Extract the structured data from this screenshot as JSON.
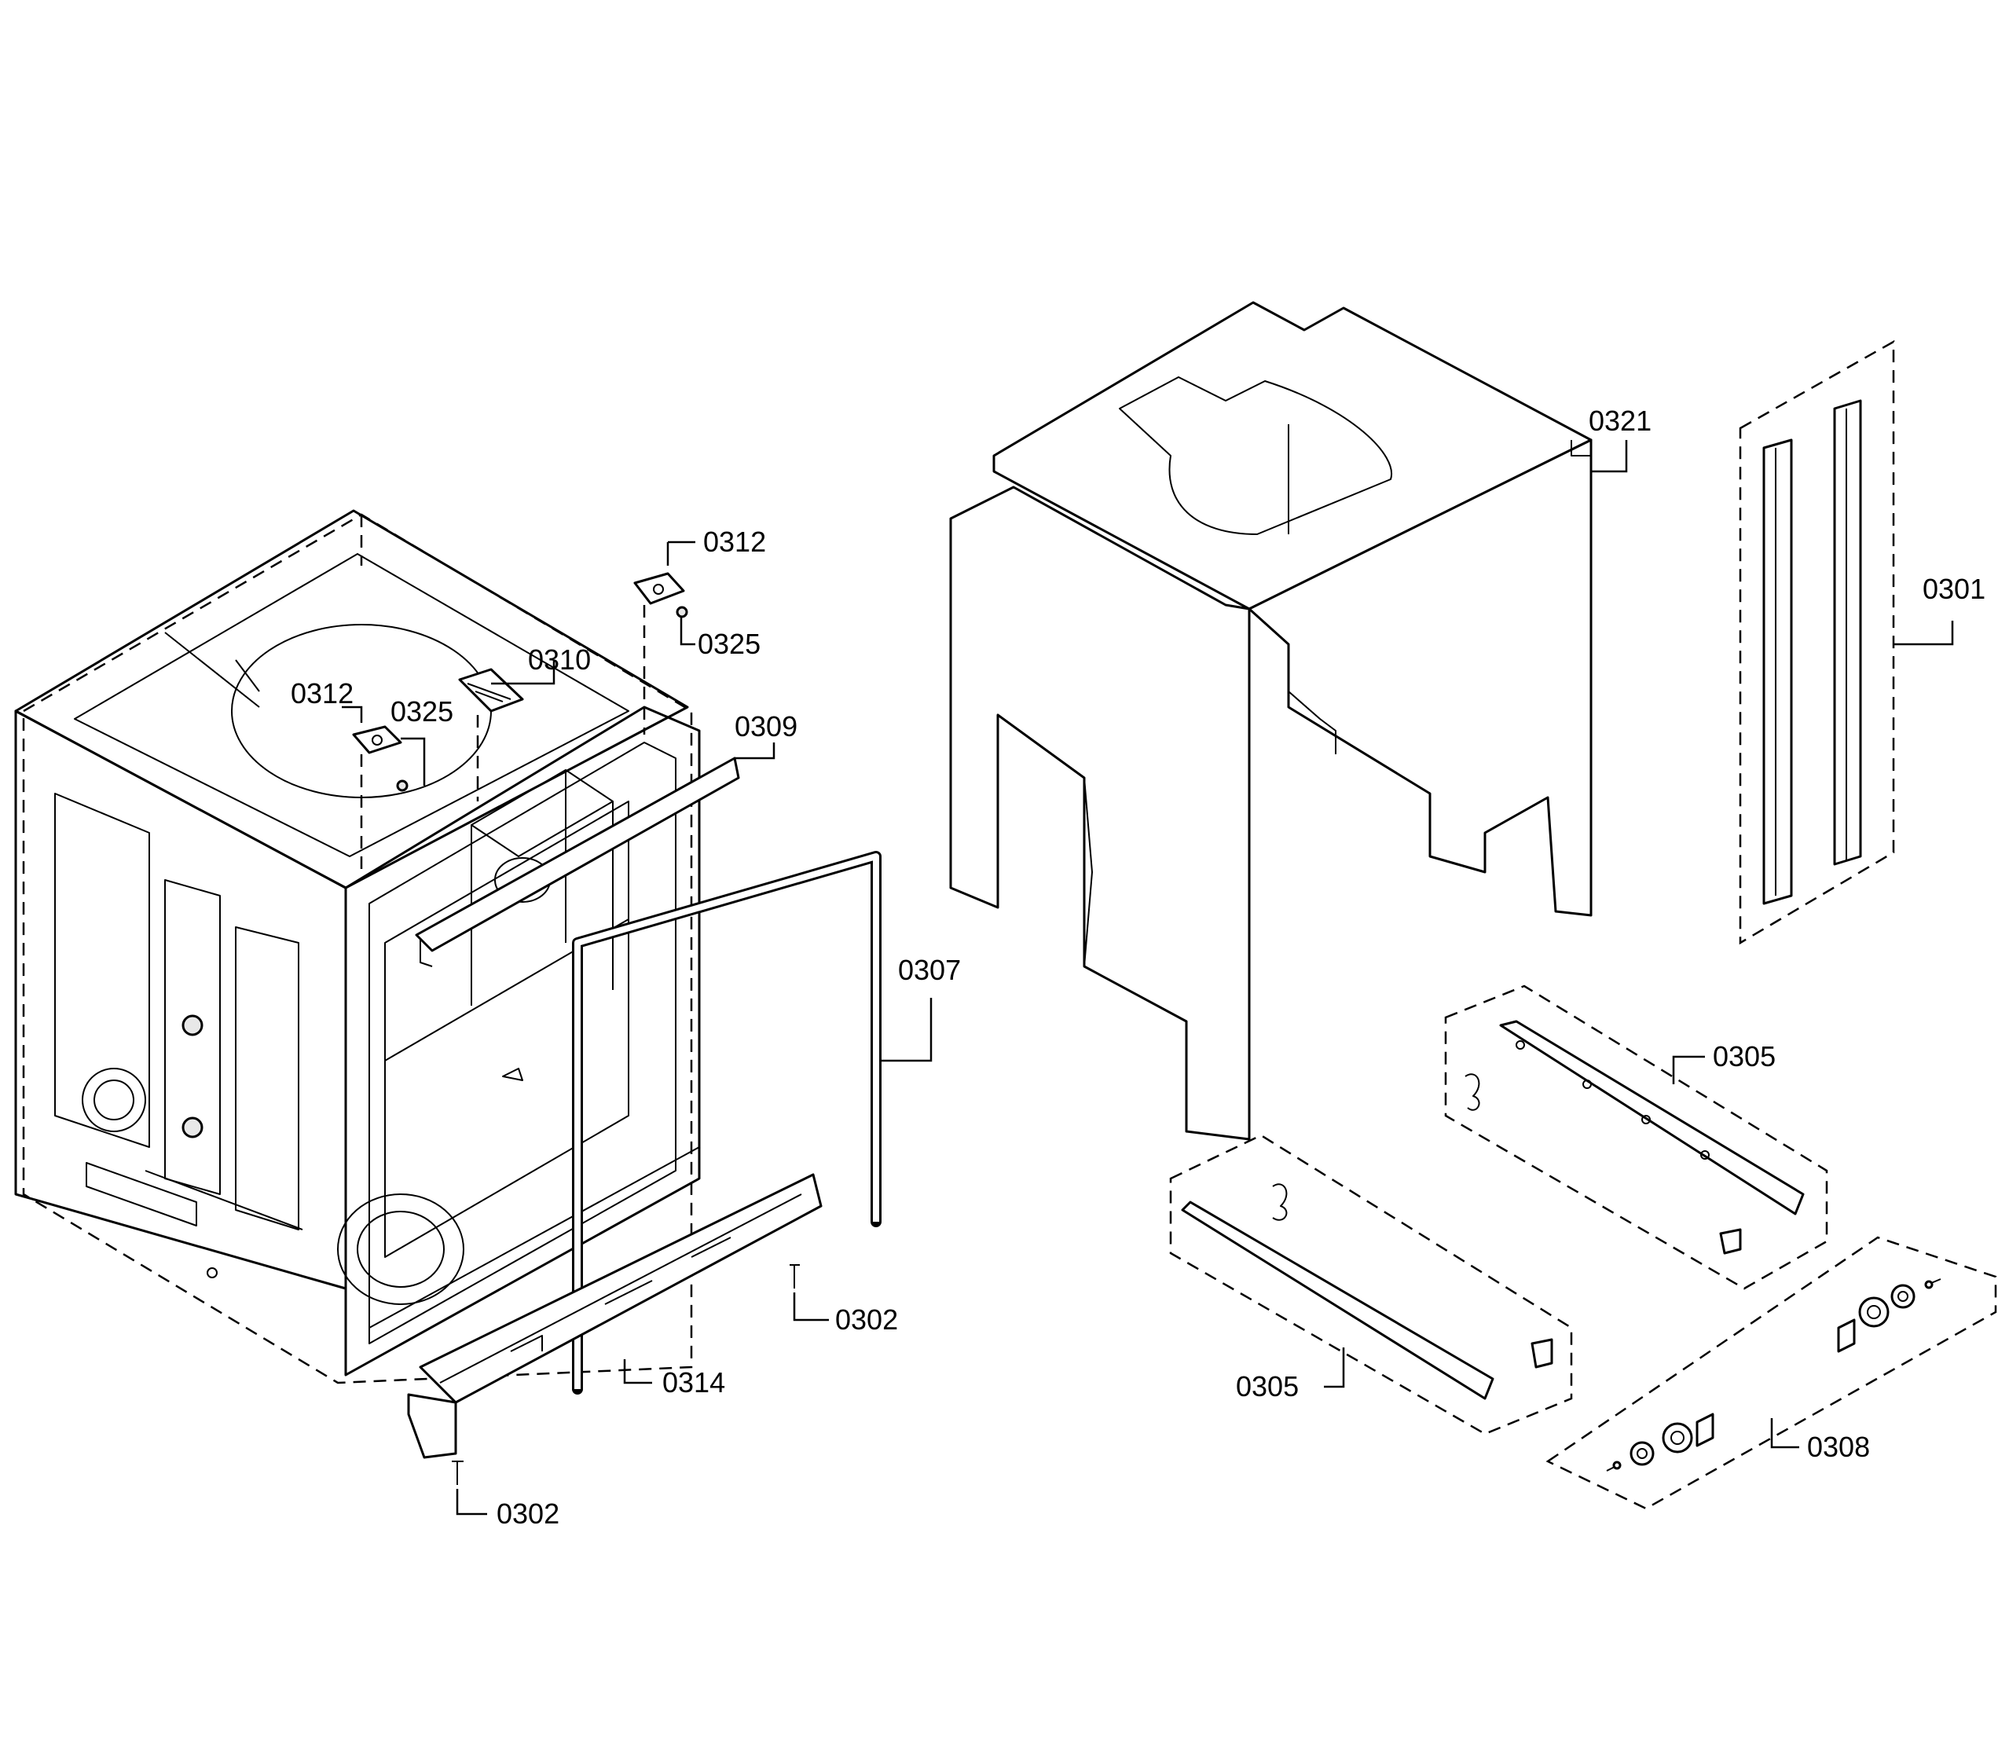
{
  "labels": {
    "l0312a": "0312",
    "l0325a": "0325",
    "l0310": "0310",
    "l0312b": "0312",
    "l0325b": "0325",
    "l0309": "0309",
    "l0307": "0307",
    "l0302a": "0302",
    "l0314": "0314",
    "l0302b": "0302",
    "l0321": "0321",
    "l0301": "0301",
    "l0305a": "0305",
    "l0305b": "0305",
    "l0308": "0308"
  }
}
